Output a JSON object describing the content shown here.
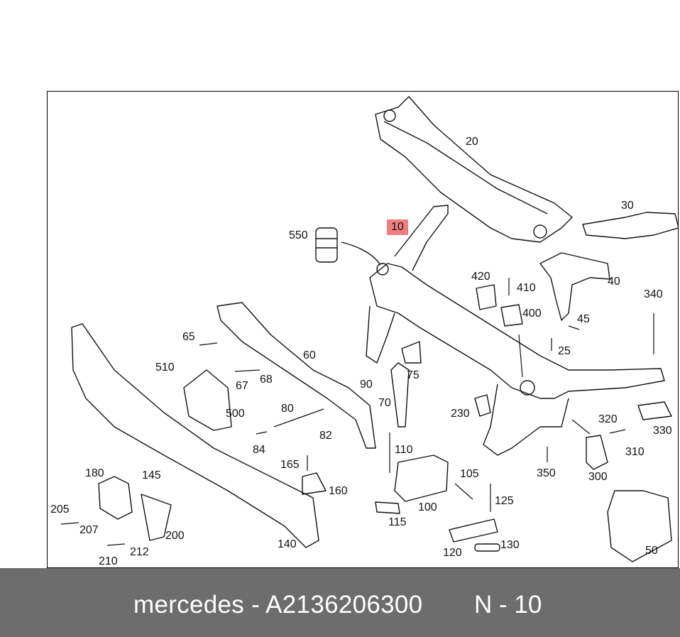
{
  "diagram": {
    "part_labels": {
      "p10": "10",
      "p20": "20",
      "p30": "30",
      "p40": "40",
      "p45": "45",
      "p25": "25",
      "p340": "340",
      "p420": "420",
      "p410": "410",
      "p400": "400",
      "p550": "550",
      "p60": "60",
      "p65": "65",
      "p510": "510",
      "p67": "67",
      "p68": "68",
      "p500": "500",
      "p80": "80",
      "p82": "82",
      "p84": "84",
      "p90": "90",
      "p75": "75",
      "p70": "70",
      "p230": "230",
      "p320": "320",
      "p330": "330",
      "p310": "310",
      "p300": "300",
      "p350": "350",
      "p110": "110",
      "p105": "105",
      "p100": "100",
      "p115": "115",
      "p125": "125",
      "p120": "120",
      "p130": "130",
      "p165": "165",
      "p160": "160",
      "p180": "180",
      "p145": "145",
      "p205": "205",
      "p207": "207",
      "p210": "210",
      "p212": "212",
      "p200": "200",
      "p140": "140",
      "p50": "50"
    },
    "highlight_color": "#f08080"
  },
  "footer": {
    "brand_part": "mercedes - A2136206300",
    "reference": "N - 10",
    "background_color": "#6d6d6d"
  }
}
